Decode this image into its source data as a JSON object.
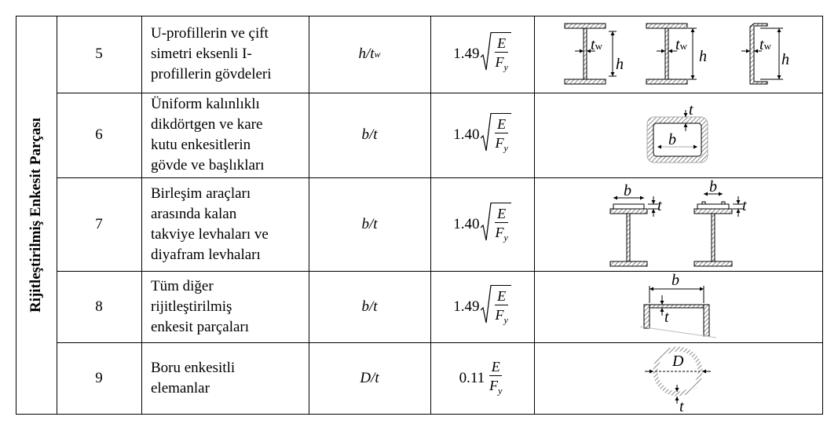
{
  "side_label": "Rijitleştirilmiş Enkesit Parçası",
  "rows": [
    {
      "no": "5",
      "desc": [
        "U-profillerin ve çift",
        "simetri eksenli I-",
        "profillerin gövdeleri"
      ],
      "ratio": "h/t",
      "ratio_sub": "w",
      "coef": "1.49",
      "num": "E",
      "den": "F",
      "den_sub": "y",
      "root": true
    },
    {
      "no": "6",
      "desc": [
        "Üniform kalınlıklı",
        "dikdörtgen ve kare",
        "kutu enkesitlerin",
        "gövde ve başlıkları"
      ],
      "ratio": "b/t",
      "ratio_sub": "",
      "coef": "1.40",
      "num": "E",
      "den": "F",
      "den_sub": "y",
      "root": true
    },
    {
      "no": "7",
      "desc": [
        "Birleşim araçları",
        "arasında kalan",
        "takviye levhaları ve",
        "diyafram levhaları"
      ],
      "ratio": "b/t",
      "ratio_sub": "",
      "coef": "1.40",
      "num": "E",
      "den": "F",
      "den_sub": "y",
      "root": true
    },
    {
      "no": "8",
      "desc": [
        "Tüm diğer",
        "rijitleştirilmiş",
        "enkesit parçaları"
      ],
      "ratio": "b/t",
      "ratio_sub": "",
      "coef": "1.49",
      "num": "E",
      "den": "F",
      "den_sub": "y",
      "root": true
    },
    {
      "no": "9",
      "desc": [
        "Boru enkesitli",
        "elemanlar"
      ],
      "ratio": "D/t",
      "ratio_sub": "",
      "coef": "0.11",
      "num": "E",
      "den": "F",
      "den_sub": "y",
      "root": false
    }
  ],
  "figure_labels": {
    "t": "t",
    "w": "w",
    "h": "h",
    "b": "b",
    "D": "D"
  },
  "colors": {
    "hatch": "#9a9a9a",
    "line": "#000000"
  }
}
